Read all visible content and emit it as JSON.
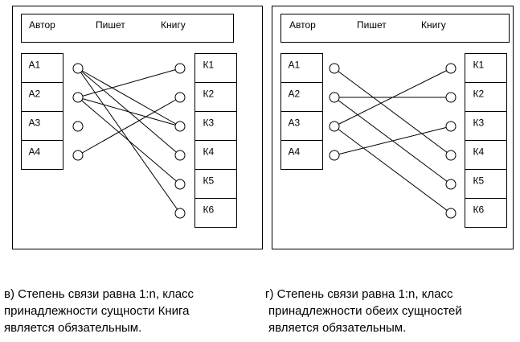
{
  "diagrams": [
    {
      "header": {
        "entity1": "Автор",
        "relation": "Пишет",
        "entity2": "Книгу"
      },
      "entity1_items": [
        "А1",
        "А2",
        "А3",
        "А4"
      ],
      "entity2_items": [
        "К1",
        "К2",
        "К3",
        "К4",
        "К5",
        "К6"
      ],
      "links": [
        [
          0,
          2
        ],
        [
          0,
          3
        ],
        [
          0,
          5
        ],
        [
          1,
          0
        ],
        [
          1,
          2
        ],
        [
          1,
          4
        ],
        [
          3,
          1
        ]
      ],
      "caption": [
        "в) Степень связи равна 1:n, класс",
        "принадлежности сущности Книга",
        "является обязательным."
      ]
    },
    {
      "header": {
        "entity1": "Автор",
        "relation": "Пишет",
        "entity2": "Книгу"
      },
      "entity1_items": [
        "А1",
        "А2",
        "А3",
        "А4"
      ],
      "entity2_items": [
        "К1",
        "К2",
        "К3",
        "К4",
        "К5",
        "К6"
      ],
      "links": [
        [
          0,
          3
        ],
        [
          1,
          1
        ],
        [
          1,
          4
        ],
        [
          2,
          0
        ],
        [
          2,
          5
        ],
        [
          3,
          2
        ]
      ],
      "caption": [
        "г) Степень связи равна 1:n, класс",
        "принадлежности обеих сущностей",
        "является обязательным."
      ]
    }
  ]
}
